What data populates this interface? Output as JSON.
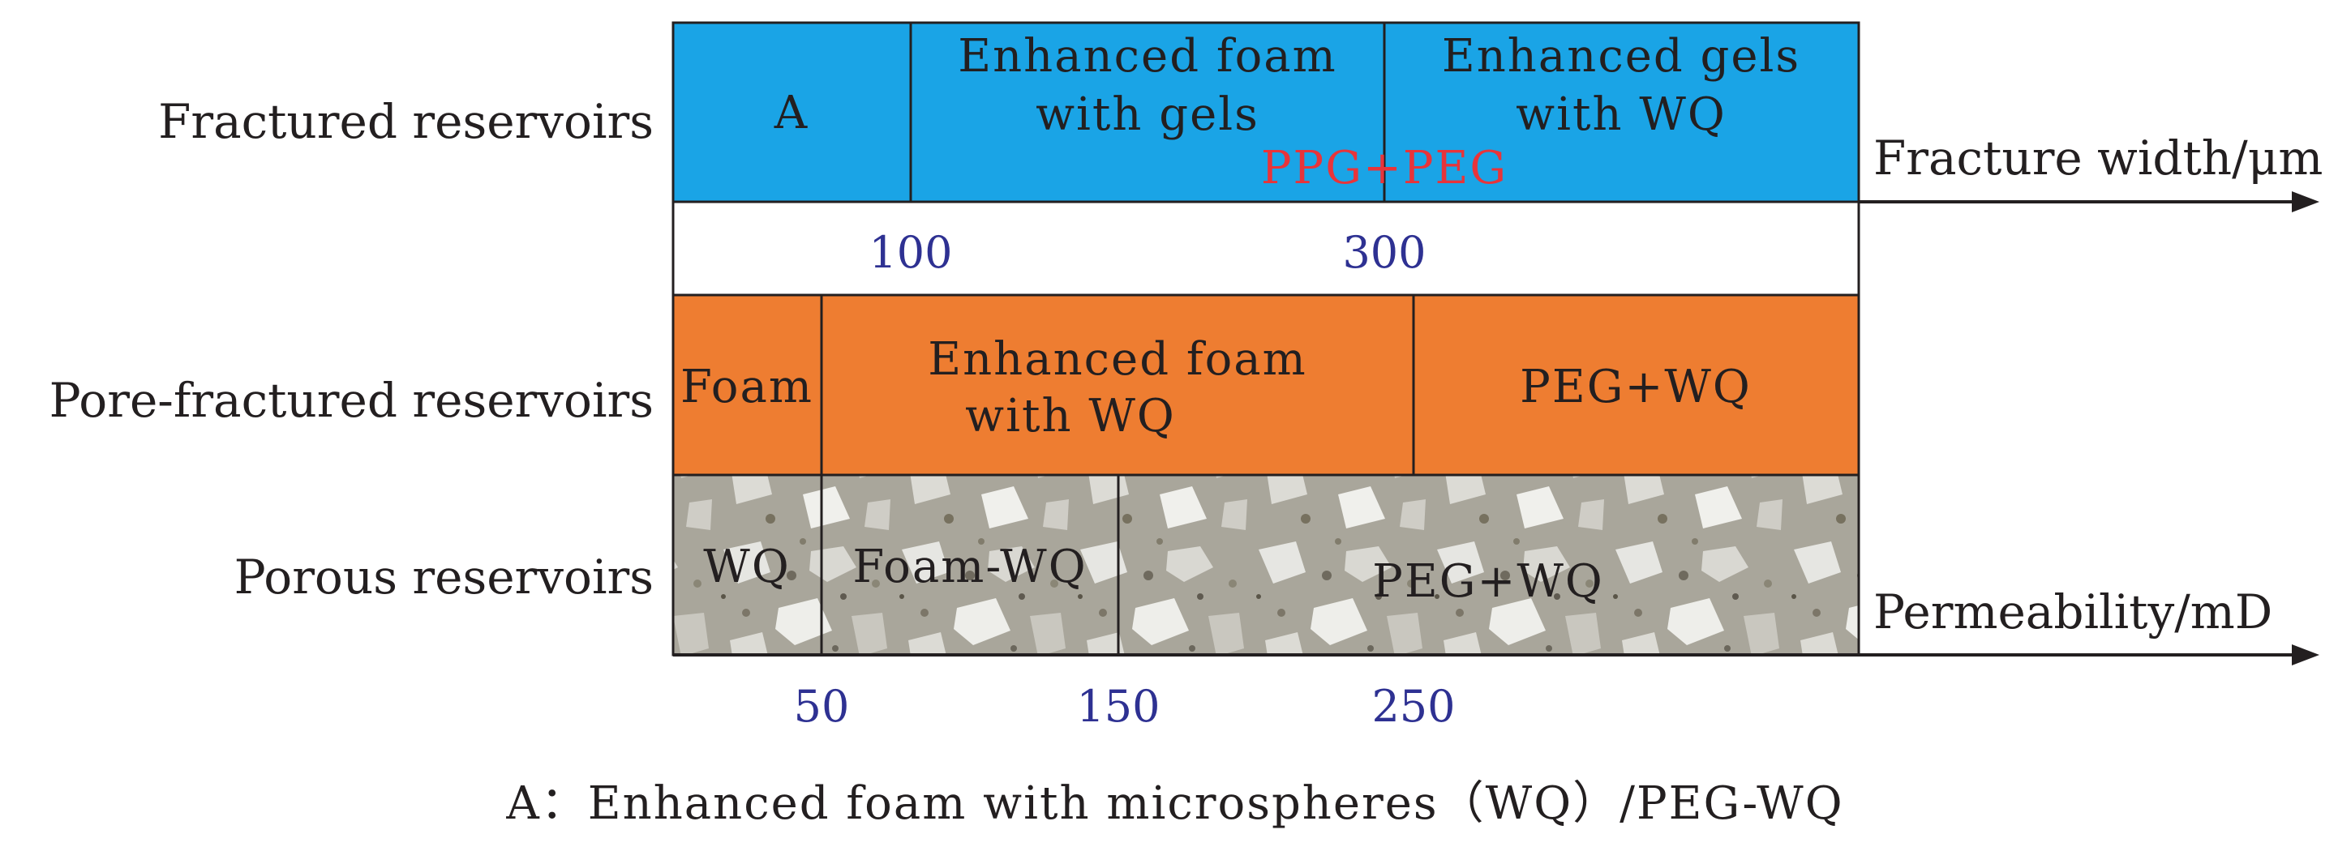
{
  "colors": {
    "fractured": "#1aa4e6",
    "pore_fractured": "#ee7d31",
    "porous_base": "#a8a59a",
    "tick": "#2e3192",
    "highlight": "#e8343a",
    "border": "#231f20"
  },
  "rows": {
    "fractured": {
      "label": "Fractured reservoirs",
      "cells": [
        {
          "lines": [
            "A"
          ]
        },
        {
          "lines": [
            "Enhanced foam",
            "with gels"
          ]
        },
        {
          "lines": [
            "Enhanced gels",
            "with WQ"
          ]
        }
      ],
      "overlay": "PPG+PEG"
    },
    "pore_fractured": {
      "label": "Pore-fractured reservoirs",
      "cells": [
        {
          "lines": [
            "Foam"
          ]
        },
        {
          "lines": [
            "Enhanced foam",
            "with WQ"
          ]
        },
        {
          "lines": [
            "PEG+WQ"
          ]
        }
      ]
    },
    "porous": {
      "label": "Porous reservoirs",
      "cells": [
        {
          "lines": [
            "WQ"
          ]
        },
        {
          "lines": [
            "Foam-WQ"
          ]
        },
        {
          "lines": [
            "PEG+WQ"
          ]
        }
      ]
    }
  },
  "axes": {
    "fracture": {
      "label": "Fracture width/μm",
      "ticks": [
        "100",
        "300"
      ]
    },
    "permeability": {
      "label": "Permeability/mD",
      "ticks": [
        "50",
        "150",
        "250"
      ]
    }
  },
  "caption": "A：Enhanced foam with microspheres（WQ）/PEG-WQ",
  "icons": [
    "axis-arrow-icon",
    "rock-texture-image"
  ]
}
